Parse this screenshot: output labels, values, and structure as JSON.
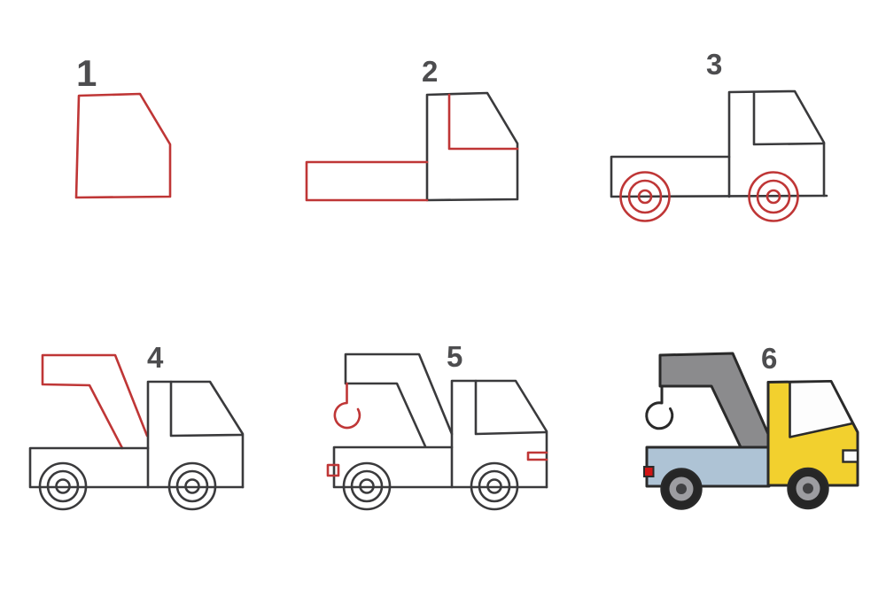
{
  "steps": [
    {
      "label": "1"
    },
    {
      "label": "2"
    },
    {
      "label": "3"
    },
    {
      "label": "4"
    },
    {
      "label": "5"
    },
    {
      "label": "6"
    }
  ],
  "colors": {
    "canvas_white": "#ffffff",
    "outline_dark": "#3a3a3c",
    "guide_red": "#bf3636",
    "step_number_gray": "#4d4d4f",
    "crane_gray": "#8b8b8d",
    "bed_blue": "#aec3d5",
    "cab_yellow": "#f2d02e",
    "window_white": "#fdfdfd",
    "final_outline": "#2a2a2a",
    "tire_black": "#262626",
    "rim_gray": "#9d9da1",
    "hub_gray": "#414143",
    "light_red": "#d01414"
  }
}
